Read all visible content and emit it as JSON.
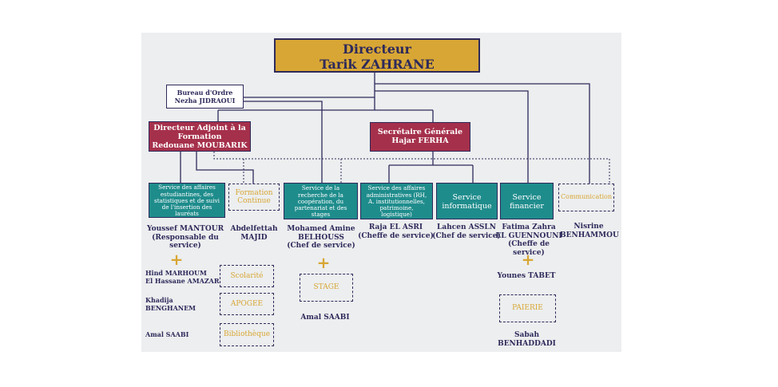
{
  "director": {
    "title": "Directeur",
    "name": "Tarik ZAHRANE"
  },
  "bureau": {
    "title": "Bureau d'Ordre",
    "name": "Nezha JIDRAOUI"
  },
  "adjoint": {
    "line1": "Directeur Adjoint à la",
    "line2": "Formation",
    "name": "Redouane MOUBARIK"
  },
  "secretaire": {
    "title": "Secrétaire Générale",
    "name": "Hajar FERHA"
  },
  "services": {
    "affaires_etudiantines": "Service des affaires estudiantines, des statistiques et de suivi de l'insertion des lauréats",
    "formation_continue": "Formation Continue",
    "recherche": "Service de la recherche de la coopération, du partenariat et des stages",
    "affaires_admin": "Service des affaires administratives (RH, A. institutionnelles, patrimoine, logistique)",
    "informatique": "Service informatique",
    "financier": "Service financier",
    "communication": "Communication"
  },
  "people": {
    "mantour_name": "Youssef MANTOUR",
    "mantour_role": "(Responsable du service)",
    "majid_first": "Abdelfettah",
    "majid_last": "MAJID",
    "belhouss_first": "Mohamed Amine",
    "belhouss_last": "BELHOUSS",
    "belhouss_role": "(Chef de service)",
    "elasri_name": "Raja EL ASRI",
    "elasri_role": "(Cheffe de service)",
    "assln_name": "Lahcen ASSLN",
    "assln_role": "(Chef de service)",
    "guennouni_first": "Fatima Zahra",
    "guennouni_last": "EL GUENNOUNI",
    "guennouni_role": "(Cheffe de service)",
    "nisrine_first": "Nisrine",
    "nisrine_last": "BENHAMMOU",
    "marhoum": "Hind MARHOUM",
    "amazar": "El Hassane AMAZAR",
    "khadija": "Khadija",
    "benghanem": "BENGHANEM",
    "saabi_left": "Amal SAABI",
    "saabi_center": "Amal SAABI",
    "tabet": "Younes TABET",
    "benhaddadi": "Sabah BENHADDADI"
  },
  "subunits": {
    "scolarite": "Scolarité",
    "apogee": "APOGEE",
    "bibliotheque": "Bibliothèque",
    "stage": "STAGE",
    "paierie": "PAIERIE"
  },
  "plus_symbol": "+",
  "colors": {
    "navy": "#2e2a5b",
    "gold": "#d8a634",
    "crimson": "#a5304b",
    "teal": "#1f8c8c",
    "background": "#eceeef"
  }
}
